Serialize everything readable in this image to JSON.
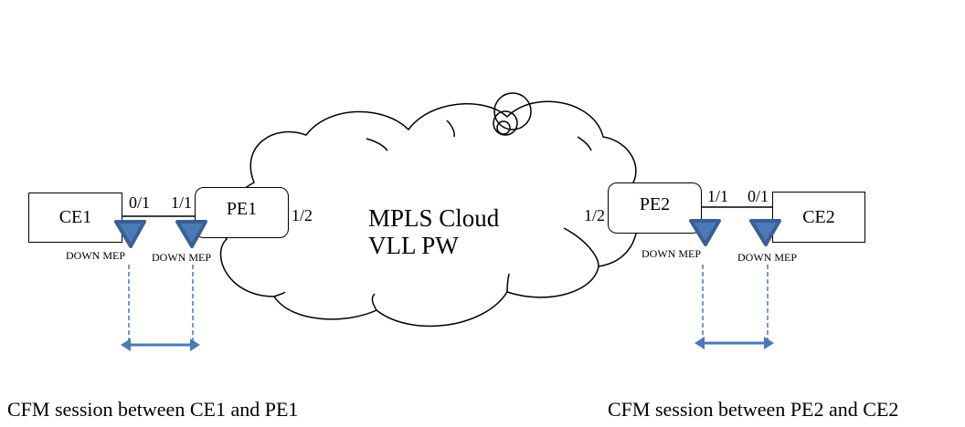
{
  "diagram": {
    "cloud": {
      "line1": "MPLS Cloud",
      "line2": "VLL PW"
    },
    "nodes": {
      "ce1": {
        "label": "CE1"
      },
      "pe1": {
        "label": "PE1"
      },
      "pe2": {
        "label": "PE2"
      },
      "ce2": {
        "label": "CE2"
      }
    },
    "ports": {
      "ce1_port": "0/1",
      "pe1_port_ce": "1/1",
      "pe1_port_cloud": "1/2",
      "pe2_port_cloud": "1/2",
      "pe2_port_ce": "1/1",
      "ce2_port": "0/1"
    },
    "meps": [
      {
        "label": "DOWN MEP",
        "at": "CE1"
      },
      {
        "label": "DOWN MEP",
        "at": "PE1"
      },
      {
        "label": "DOWN MEP",
        "at": "PE2"
      },
      {
        "label": "DOWN MEP",
        "at": "CE2"
      }
    ],
    "captions": {
      "left": "CFM session between CE1 and PE1",
      "right": "CFM session between PE2 and CE2"
    },
    "colors": {
      "mep_fill": "#4a7ab8",
      "mep_stroke": "#3a5f94",
      "session_line": "#4a7ab8",
      "outline": "#000000"
    }
  }
}
